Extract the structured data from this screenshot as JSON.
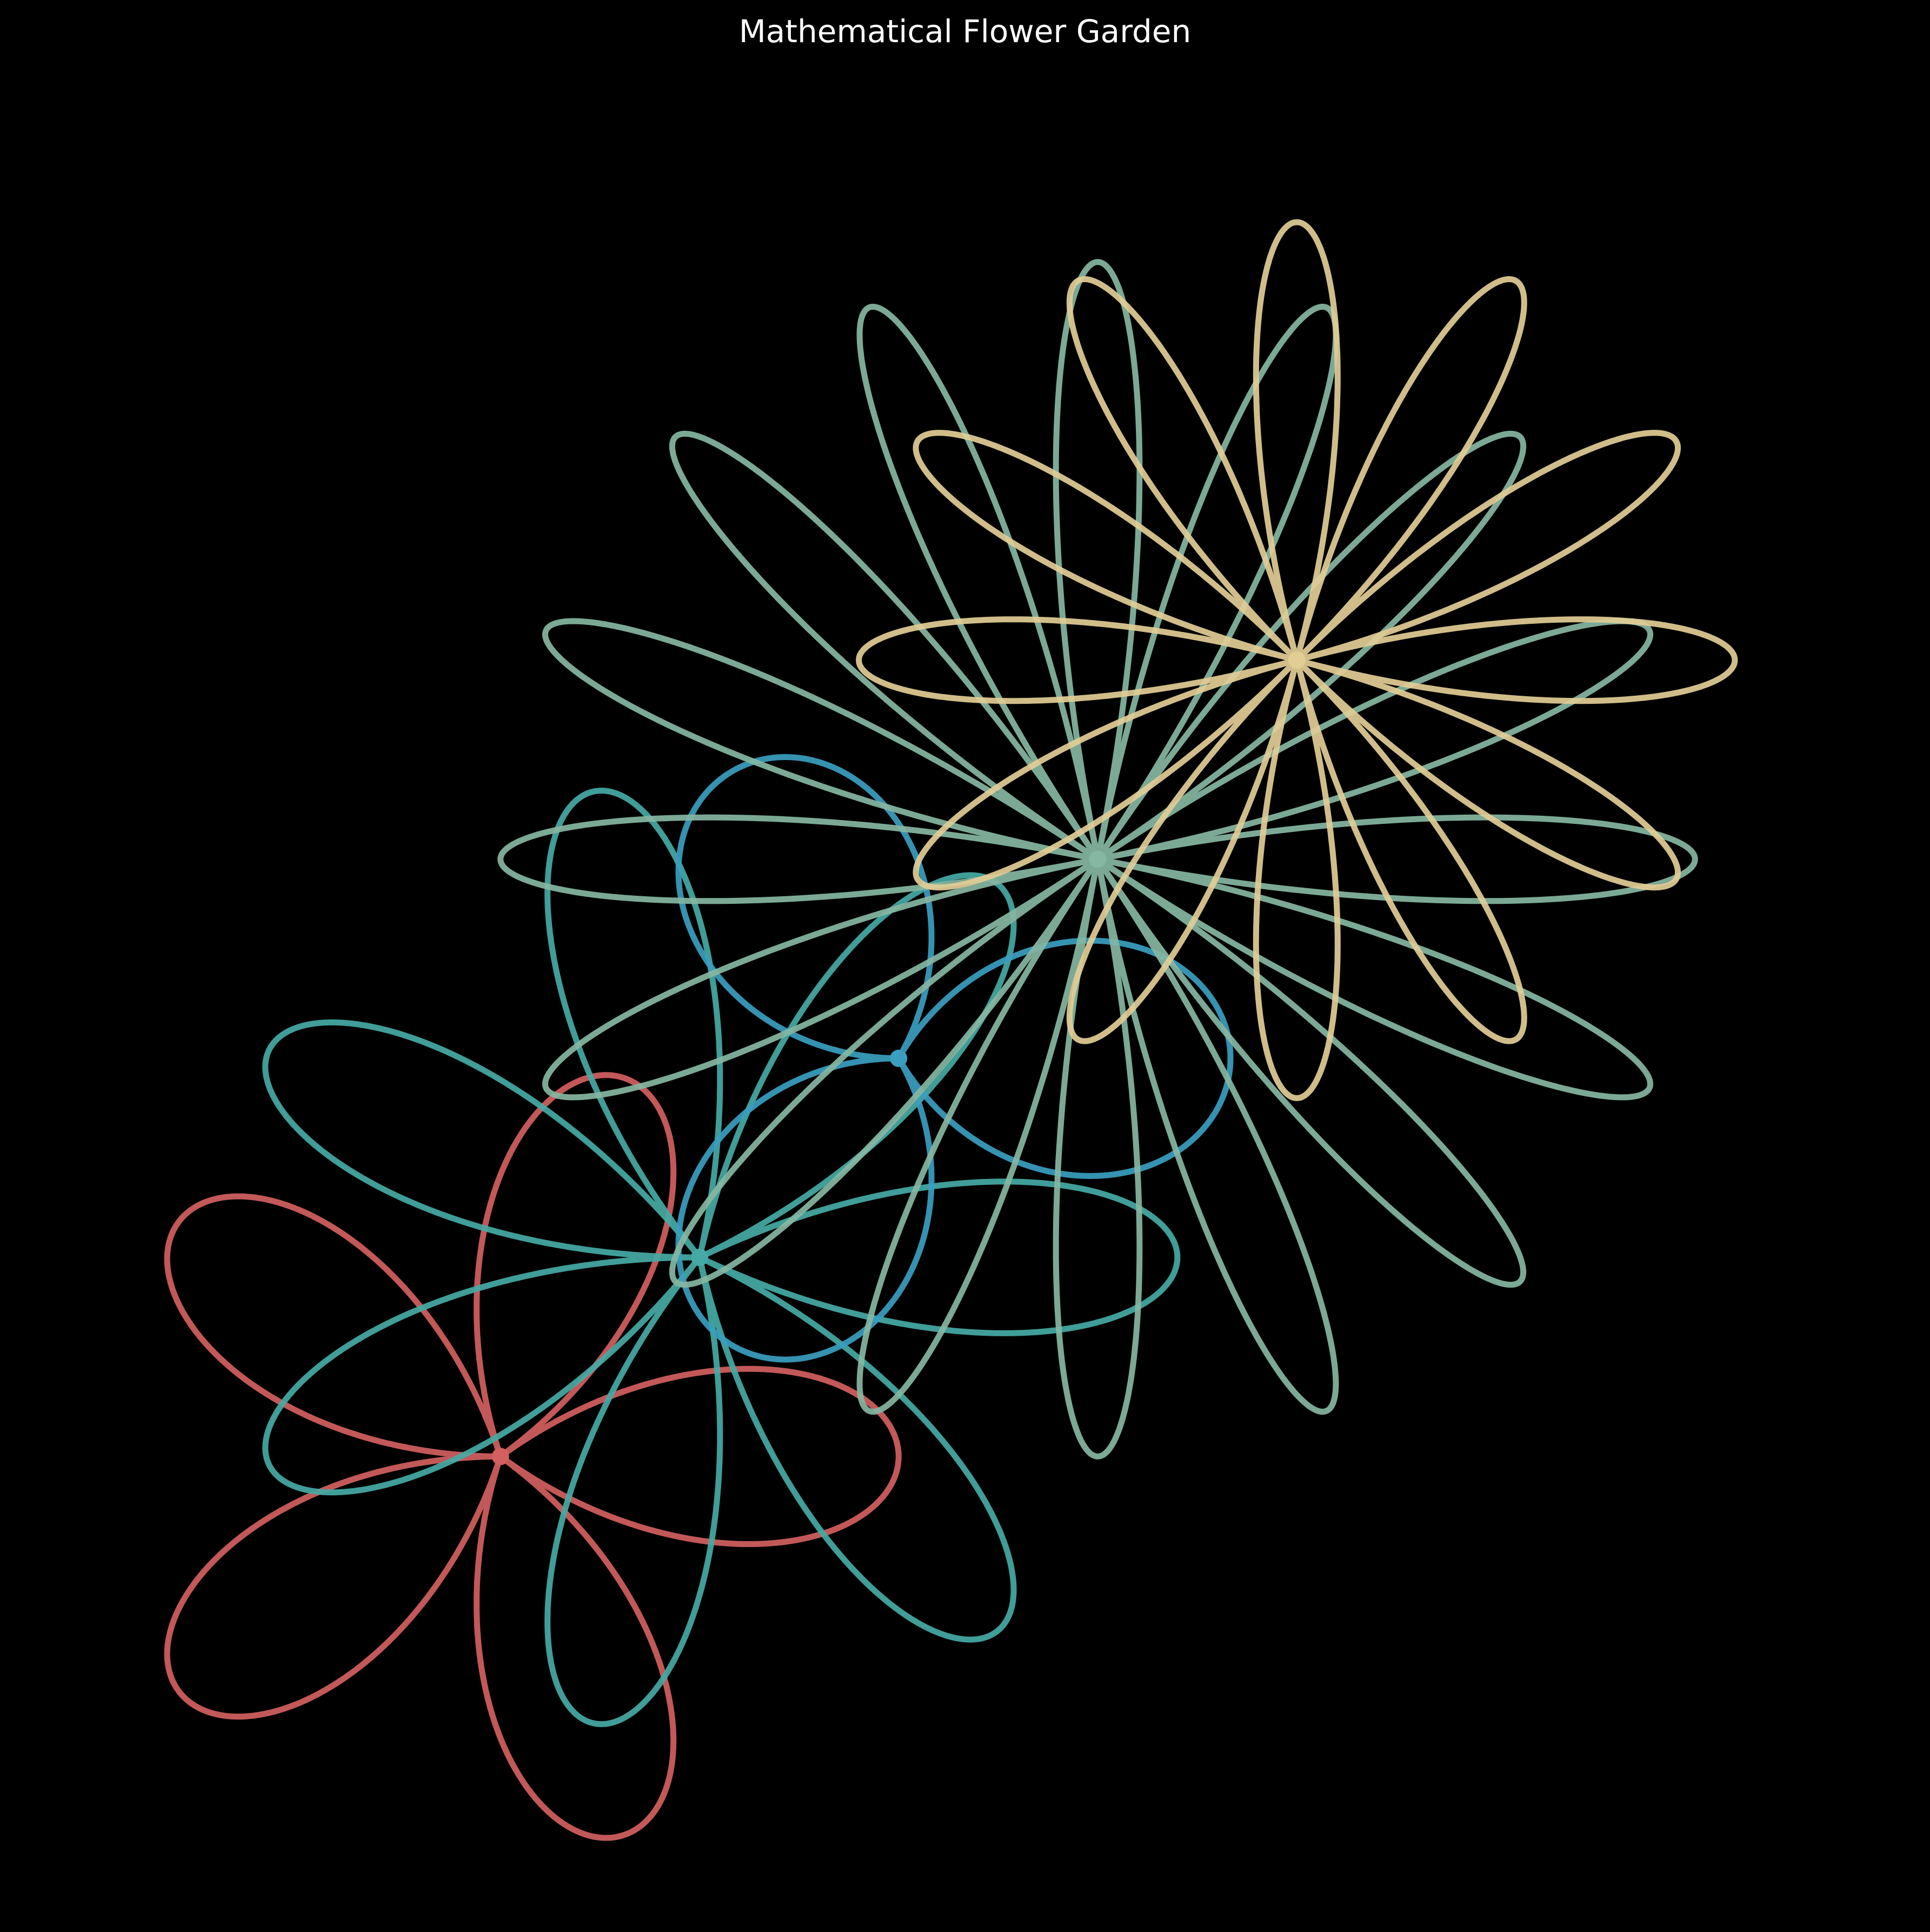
{
  "chart_data": {
    "type": "line",
    "title": "Mathematical Flower Garden",
    "xlabel": "",
    "ylabel": "",
    "axes_visible": false,
    "grid": false,
    "background": "#000000",
    "xlim": [
      -1.2,
      12.2
    ],
    "ylim": [
      -1.2,
      12.2
    ],
    "series": [
      {
        "curve": "rose r = a·|cos(k·θ)|",
        "center": [
          2,
          2
        ],
        "amplitude": 3.0,
        "petals": 5,
        "rotation_deg": 0,
        "color": "#d45f5f"
      },
      {
        "curve": "rose r = a·|cos(k·θ)|",
        "center": [
          3.5,
          3.5
        ],
        "amplitude": 3.6,
        "petals": 7,
        "rotation_deg": 0,
        "color": "#45aaa5"
      },
      {
        "curve": "rose r = a·|cos(k·θ)|",
        "center": [
          5,
          5
        ],
        "amplitude": 2.5,
        "petals": 3,
        "rotation_deg": 120,
        "color": "#3a9ec0"
      },
      {
        "curve": "rose r = a·|cos(k·θ)|",
        "center": [
          6.5,
          6.5
        ],
        "amplitude": 4.5,
        "petals": 16,
        "rotation_deg": 0,
        "color": "#86b7a3"
      },
      {
        "curve": "rose r = a·|cos(k·θ)|",
        "center": [
          8,
          8
        ],
        "amplitude": 3.3,
        "petals": 12,
        "rotation_deg": 0,
        "color": "#e2cd95"
      }
    ]
  }
}
